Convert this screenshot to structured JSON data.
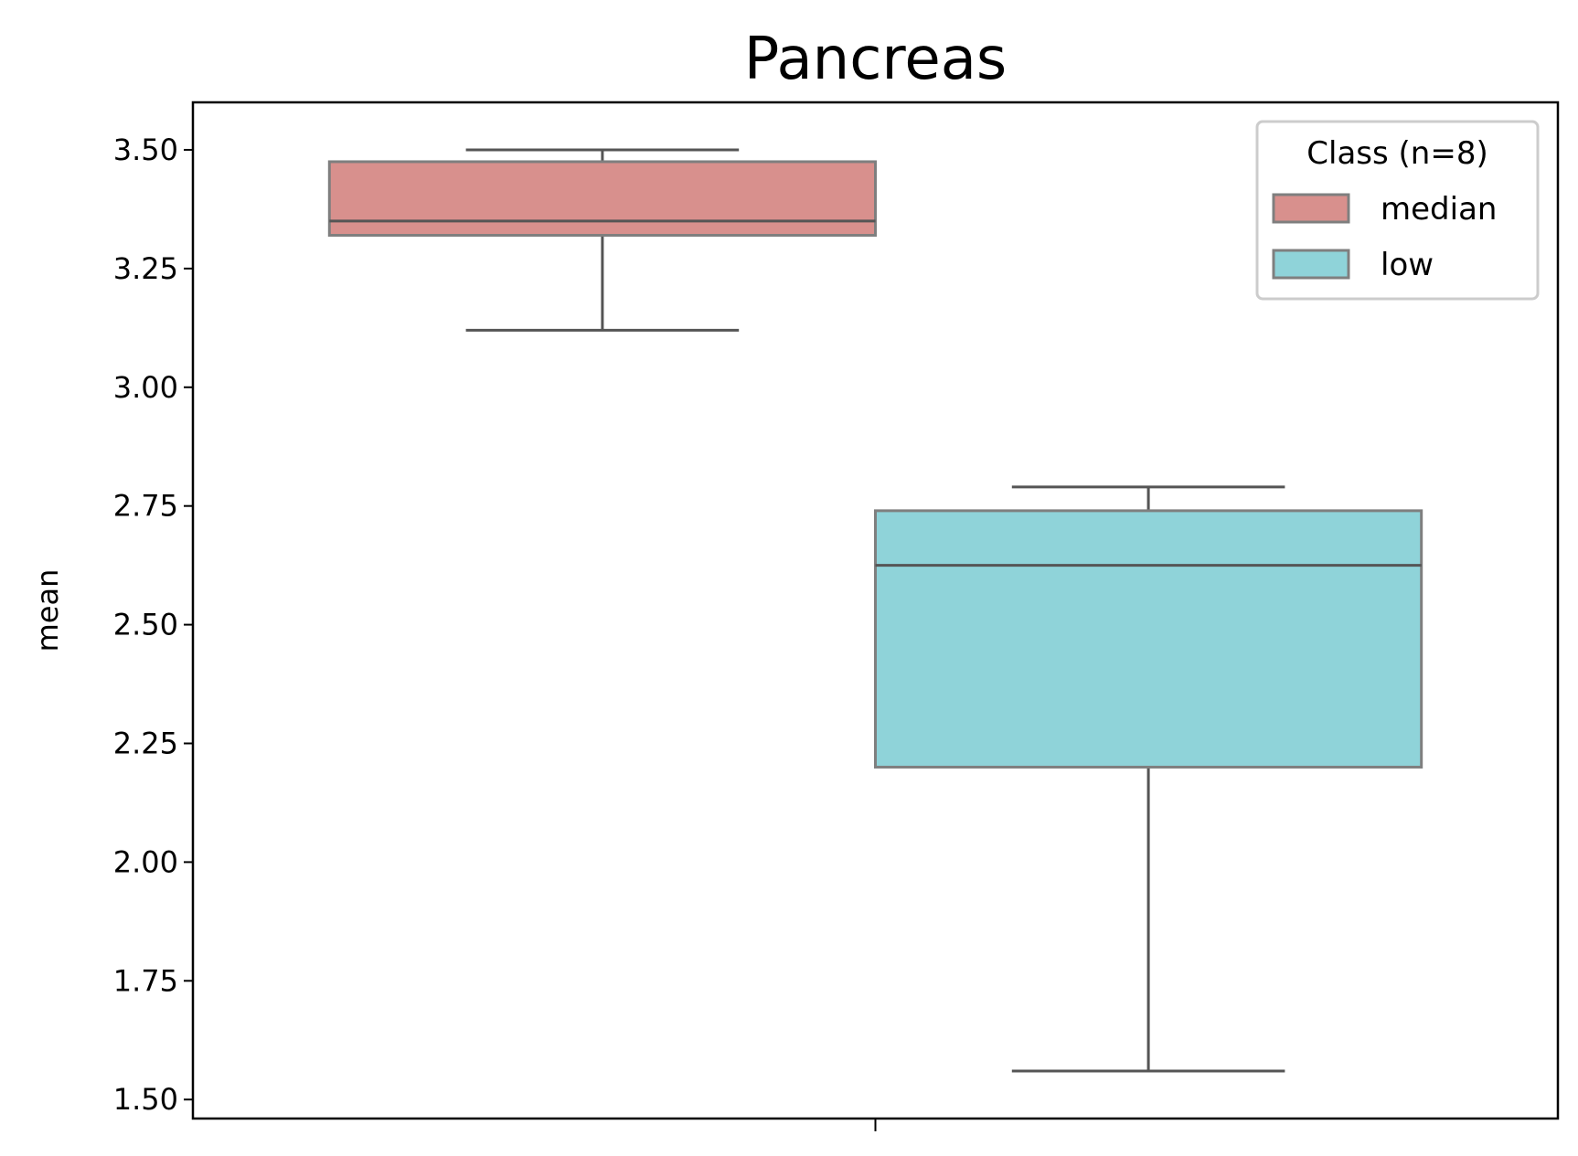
{
  "chart_data": {
    "type": "box",
    "title": "Pancreas",
    "xlabel": "",
    "ylabel": "mean",
    "ylim": [
      1.46,
      3.6
    ],
    "yticks": [
      "1.50",
      "1.75",
      "2.00",
      "2.25",
      "2.50",
      "2.75",
      "3.00",
      "3.25",
      "3.50"
    ],
    "grid": false,
    "legend": {
      "title": "Class (n=8)",
      "placement": "top-right"
    },
    "series": [
      {
        "name": "median",
        "color": "#d8908d",
        "whisker_low": 3.12,
        "q1": 3.32,
        "median": 3.35,
        "q3": 3.475,
        "whisker_high": 3.5
      },
      {
        "name": "low",
        "color": "#8fd3d9",
        "whisker_low": 1.56,
        "q1": 2.2,
        "median": 2.625,
        "q3": 2.74,
        "whisker_high": 2.79
      }
    ]
  }
}
